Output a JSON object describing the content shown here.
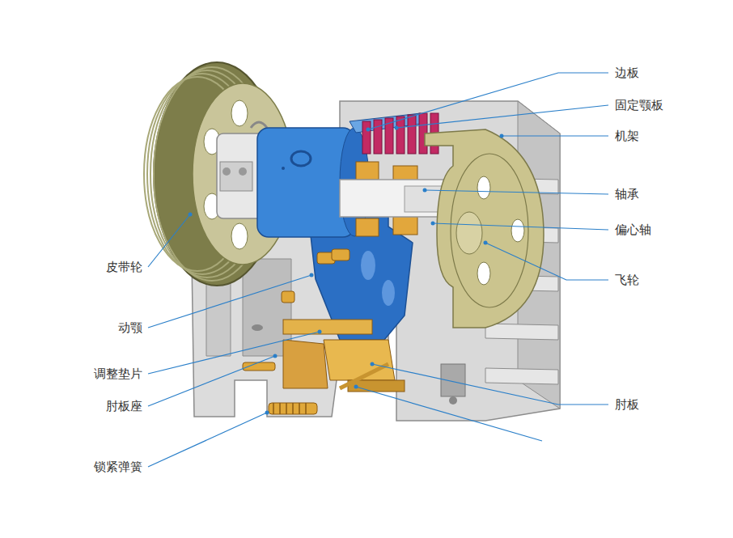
{
  "diagram": {
    "labels": [
      "边板",
      "固定颚板",
      "机架",
      "轴承",
      "偏心轴",
      "皮带轮",
      "飞轮",
      "动颚",
      "调整垫片",
      "肘板座",
      "肘板",
      "锁紧弹簧"
    ]
  }
}
